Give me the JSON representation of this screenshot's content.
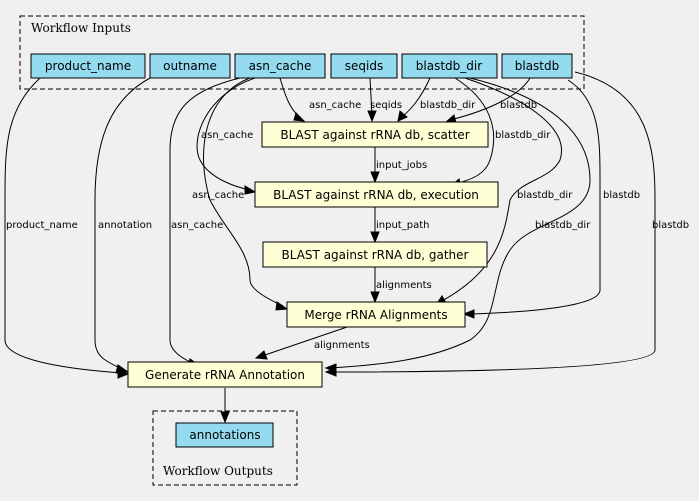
{
  "colors": {
    "background": "#f0f0f0",
    "input_fill": "#94dbf0",
    "step_fill": "#ffffd5",
    "stroke": "#000000"
  },
  "clusters": {
    "inputs": {
      "label": "Workflow Inputs"
    },
    "outputs": {
      "label": "Workflow Outputs"
    }
  },
  "nodes": {
    "product_name": "product_name",
    "outname": "outname",
    "asn_cache": "asn_cache",
    "seqids": "seqids",
    "blastdb_dir": "blastdb_dir",
    "blastdb": "blastdb",
    "scatter": "BLAST against rRNA db, scatter",
    "execution": "BLAST against rRNA db, execution",
    "gather": "BLAST against rRNA db, gather",
    "merge": "Merge rRNA Alignments",
    "generate": "Generate rRNA Annotation",
    "annotations": "annotations"
  },
  "edge_labels": {
    "asn_scatter": "asn_cache",
    "seqids_scatter": "seqids",
    "blastdbdir_scatter": "blastdb_dir",
    "blastdb_scatter": "blastdb",
    "asn_execution": "asn_cache",
    "blastdbdir_execution": "blastdb_dir",
    "scatter_execution": "input_jobs",
    "execution_gather": "input_path",
    "asn_merge": "asn_cache",
    "blastdbdir_merge": "blastdb_dir",
    "blastdb_merge": "blastdb",
    "gather_merge": "alignments",
    "product_generate": "product_name",
    "outname_generate": "annotation",
    "asn_generate": "asn_cache",
    "blastdbdir_generate": "blastdb_dir",
    "blastdb_generate": "blastdb",
    "merge_generate": "alignments"
  }
}
